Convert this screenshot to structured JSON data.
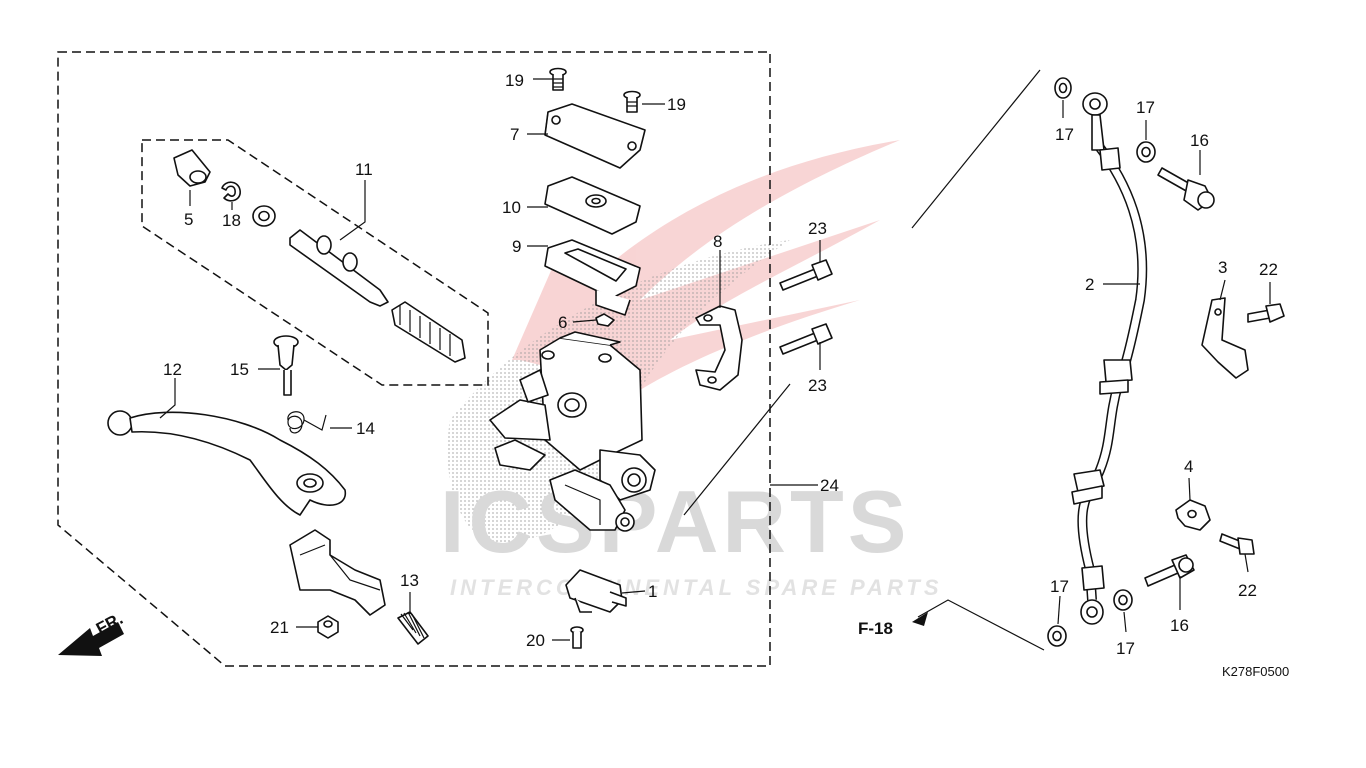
{
  "diagram_code": "K278F0500",
  "direction_label": "FR.",
  "ref_label": "F-18",
  "watermark": {
    "brand": "ICSPARTS",
    "tagline": "INTERCONTINENTAL SPARE PARTS",
    "colors": {
      "logo_red": "#e04040",
      "text_grey": "#d9d9d9"
    }
  },
  "callouts": {
    "p1": "1",
    "p2": "2",
    "p3": "3",
    "p4": "4",
    "p5": "5",
    "p6": "6",
    "p7": "7",
    "p8": "8",
    "p9": "9",
    "p10": "10",
    "p11": "11",
    "p12": "12",
    "p13": "13",
    "p14": "14",
    "p15": "15",
    "p16a": "16",
    "p16b": "16",
    "p17a": "17",
    "p17b": "17",
    "p17c": "17",
    "p17d": "17",
    "p18": "18",
    "p19a": "19",
    "p19b": "19",
    "p20": "20",
    "p21": "21",
    "p22a": "22",
    "p22b": "22",
    "p23a": "23",
    "p23b": "23",
    "p24": "24"
  }
}
